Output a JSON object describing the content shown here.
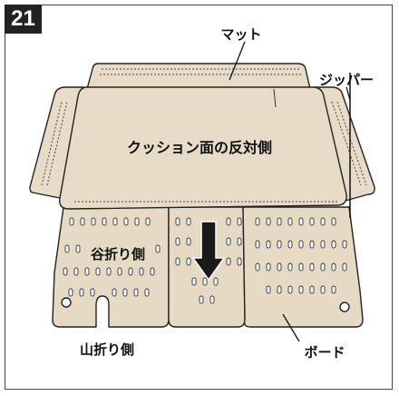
{
  "step_number": "21",
  "labels": {
    "mat": "マット",
    "zipper": "ジッパー",
    "cushion_opposite_side": "クッション面の反対側",
    "valley_fold_side": "谷折り側",
    "mountain_fold_side": "山折り側",
    "board": "ボード"
  },
  "colors": {
    "fabric": "#e8dcc8",
    "board": "#e6dac4",
    "outline": "#222222",
    "arrow": "#1a1a1a"
  }
}
